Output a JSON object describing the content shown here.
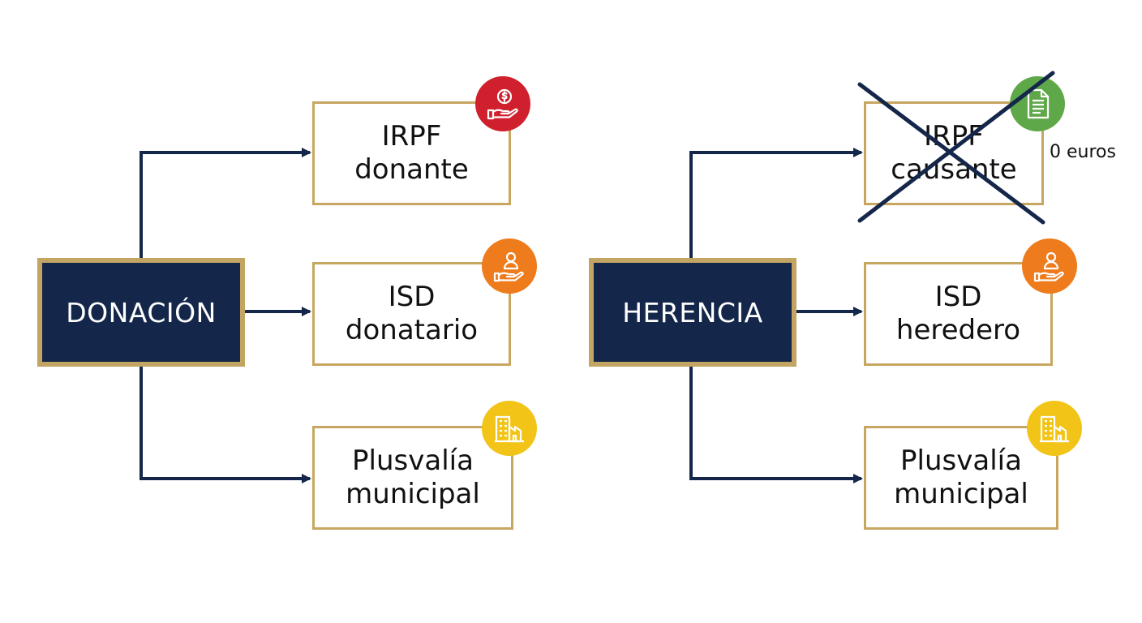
{
  "colors": {
    "navy": "#14274a",
    "gold": "#c2a463",
    "red": "#d0202e",
    "orange": "#ee7b1c",
    "yellow": "#f2c418",
    "green": "#5fa84a"
  },
  "left": {
    "source": "DONACIÓN",
    "targets": [
      {
        "line1": "IRPF",
        "line2": "donante",
        "icon": "hand-coin-icon",
        "badge_color": "red"
      },
      {
        "line1": "ISD",
        "line2": "donatario",
        "icon": "hand-person-icon",
        "badge_color": "orange"
      },
      {
        "line1": "Plusvalía",
        "line2": "municipal",
        "icon": "building-icon",
        "badge_color": "yellow"
      }
    ]
  },
  "right": {
    "source": "HERENCIA",
    "targets": [
      {
        "line1": "IRPF",
        "line2": "causante",
        "icon": "document-icon",
        "badge_color": "green",
        "crossed_out": true,
        "note": "0 euros"
      },
      {
        "line1": "ISD",
        "line2": "heredero",
        "icon": "hand-person-icon",
        "badge_color": "orange"
      },
      {
        "line1": "Plusvalía",
        "line2": "municipal",
        "icon": "building-icon",
        "badge_color": "yellow"
      }
    ]
  }
}
